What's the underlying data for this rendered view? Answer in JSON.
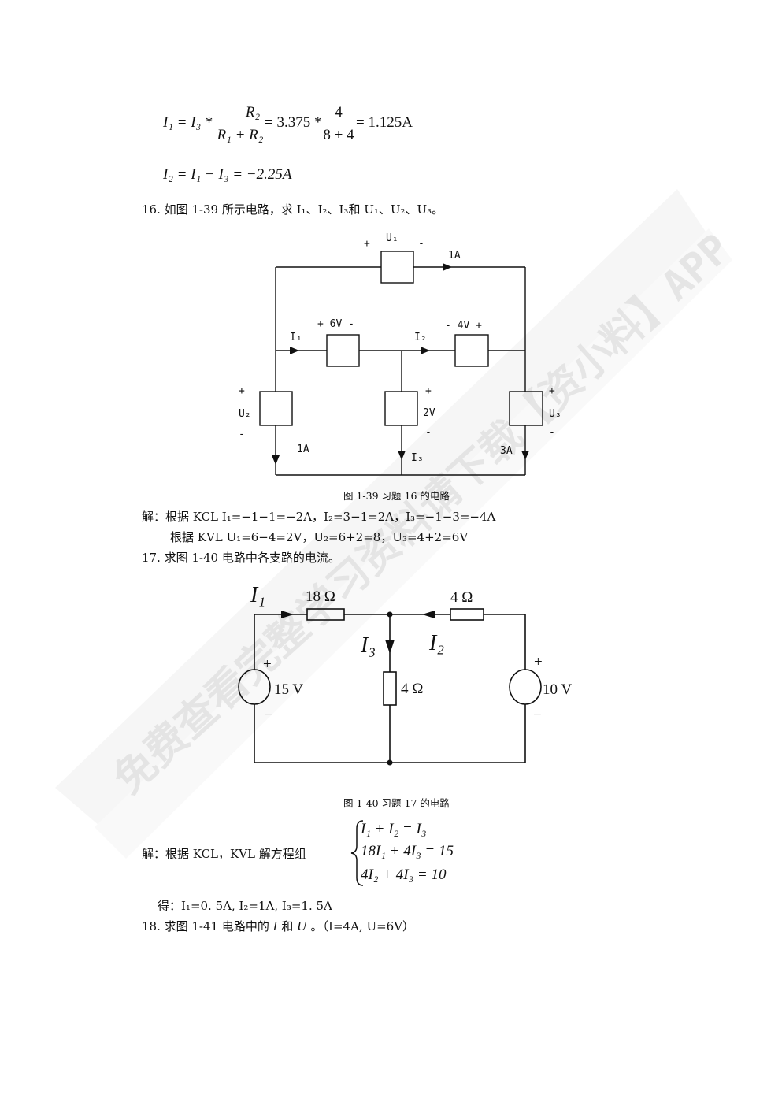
{
  "watermark": {
    "text": "免费查看完整学习资料请下载【资小料】APP"
  },
  "eq_top": {
    "line1": {
      "lhs": "I₁ = I₃ *",
      "frac1_num": "R₂",
      "frac1_den": "R₁ + R₂",
      "mid": "= 3.375 *",
      "frac2_num": "4",
      "frac2_den": "8 + 4",
      "rhs": "= 1.125A"
    },
    "line2": "I₂ = I₁ − I₃ = −2.25A"
  },
  "problem16": {
    "title": "16. 如图 1-39 所示电路，求 I₁、I₂、I₃和 U₁、U₂、U₃。",
    "caption": "图 1-39  习题 16 的电路",
    "labels": {
      "u1": "U₁",
      "plus": "+",
      "minus": "−",
      "dash": "-",
      "i_top": "1A",
      "v6": "+ 6V -",
      "v4": "- 4V +",
      "i1": "I₁",
      "i2": "I₂",
      "u2": "U₂",
      "v2": "2V",
      "u3": "U₃",
      "i_left": "1A",
      "i3": "I₃",
      "i_right": "3A"
    },
    "solution_line1": "解：根据 KCL  I₁=−1−1=−2A，I₂=3−1=2A，I₃=−1−3=−4A",
    "solution_line2": "根据 KVL  U₁=6−4=2V，U₂=6+2=8，U₃=4+2=6V"
  },
  "problem17": {
    "title": "17. 求图 1-40 电路中各支路的电流。",
    "caption": "图 1-40  习题 17 的电路",
    "labels": {
      "i1": "I₁",
      "r18": "18 Ω",
      "r4_top": "4 Ω",
      "i3": "I₃",
      "i2": "I₂",
      "plus": "+",
      "minus": "−",
      "v15": "15 V",
      "r4_mid": "4 Ω",
      "v10": "10 V"
    },
    "solution_label": "解：根据 KCL，KVL 解方程组",
    "equations": [
      "I₁ + I₂ = I₃",
      "18I₁ + 4I₃ = 15",
      "4I₂ + 4I₃ = 10"
    ],
    "result": "得：I₁=0. 5A,  I₂=1A,  I₃=1. 5A"
  },
  "problem18": {
    "prefix": "18. 求图 1-41 电路中的 ",
    "var_i": "I",
    "mid": " 和 ",
    "var_u": "U",
    "suffix": " 。（I=4A,  U=6V）"
  }
}
